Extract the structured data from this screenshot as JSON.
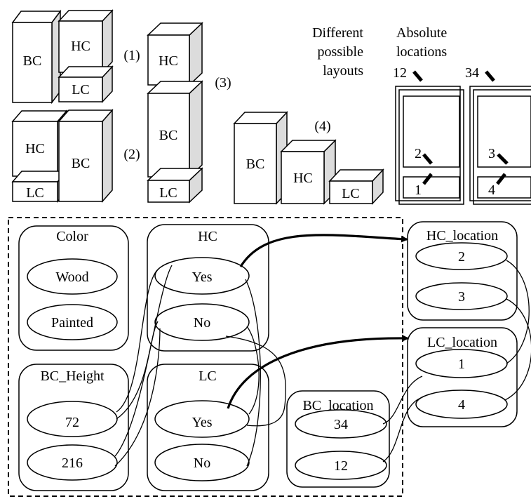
{
  "layouts": {
    "title_lines": [
      "Different",
      "possible",
      "layouts"
    ],
    "box_labels": {
      "bc": "BC",
      "hc": "HC",
      "lc": "LC"
    },
    "numbers": [
      "(1)",
      "(2)",
      "(3)",
      "(4)"
    ]
  },
  "absolute": {
    "title_lines": [
      "Absolute",
      "locations"
    ],
    "labels": [
      "12",
      "34",
      "2",
      "3",
      "1",
      "4"
    ]
  },
  "nodes": {
    "color": {
      "title": "Color",
      "values": [
        "Wood",
        "Painted"
      ]
    },
    "hc": {
      "title": "HC",
      "values": [
        "Yes",
        "No"
      ]
    },
    "bc_height": {
      "title": "BC_Height",
      "values": [
        "72",
        "216"
      ]
    },
    "lc": {
      "title": "LC",
      "values": [
        "Yes",
        "No"
      ]
    },
    "bc_location": {
      "title": "BC_location",
      "values": [
        "34",
        "12"
      ]
    },
    "hc_location": {
      "title": "HC_location",
      "values": [
        "2",
        "3"
      ]
    },
    "lc_location": {
      "title": "LC_location",
      "values": [
        "1",
        "4"
      ]
    }
  }
}
